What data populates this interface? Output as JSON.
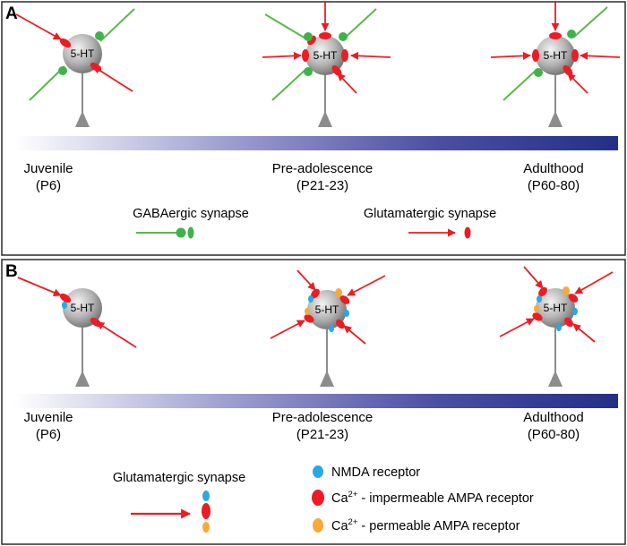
{
  "colors": {
    "frame": "#2b2b2b",
    "gaba": "#5ab946",
    "gaba_dot": "#3fb34a",
    "glut": "#ec1c24",
    "nmda": "#27aae1",
    "ca_permeable": "#f9a93a",
    "soma_light": "#e6e6e6",
    "soma_dark": "#7a7a7a",
    "axon": "#8c8c8c",
    "gradient_start": "#ffffff",
    "gradient_end": "#232f86"
  },
  "panel_a": {
    "letter": "A",
    "cells": [
      {
        "label": "5-HT",
        "stage": "Juvenile",
        "age": "(P6)"
      },
      {
        "label": "5-HT",
        "stage": "Pre-adolescence",
        "age": "(P21-23)"
      },
      {
        "label": "5-HT",
        "stage": "Adulthood",
        "age": "(P60-80)"
      }
    ],
    "legend": {
      "gaba": "GABAergic synapse",
      "glut": "Glutamatergic synapse"
    }
  },
  "panel_b": {
    "letter": "B",
    "cells": [
      {
        "label": "5-HT",
        "stage": "Juvenile",
        "age": "(P6)"
      },
      {
        "label": "5-HT",
        "stage": "Pre-adolescence",
        "age": "(P21-23)"
      },
      {
        "label": "5-HT",
        "stage": "Adulthood",
        "age": "(P60-80)"
      }
    ],
    "legend": {
      "glut": "Glutamatergic synapse",
      "nmda": "NMDA receptor",
      "ampa_imp_prefix": "Ca",
      "ampa_imp_sup": "2+",
      "ampa_imp_suffix": " - impermeable AMPA receptor",
      "ampa_perm_prefix": "Ca",
      "ampa_perm_sup": "2+",
      "ampa_perm_suffix": " - permeable AMPA receptor"
    }
  }
}
